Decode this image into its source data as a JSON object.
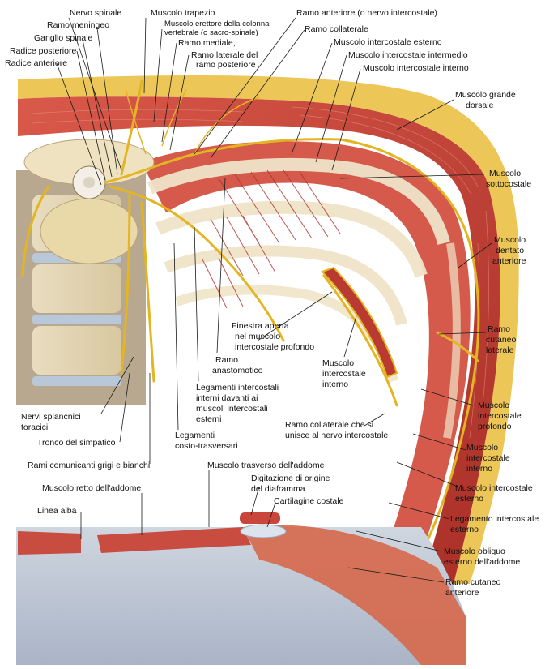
{
  "labels": {
    "nervo_spinale": "Nervo spinale",
    "ramo_meningeo": "Ramo meningeo",
    "ganglio_spinale": "Ganglio spinale",
    "radice_posteriore": "Radice posteriore",
    "radice_anteriore": "Radice anteriore",
    "muscolo_trapezio": "Muscolo trapezio",
    "erettore_1": "Muscolo erettore della colonna",
    "erettore_2": "vertebrale (o sacro-spinale)",
    "ramo_mediale": "Ramo mediale,",
    "ramo_laterale_1": "Ramo laterale del",
    "ramo_laterale_2": "ramo posteriore",
    "ramo_anteriore": "Ramo anteriore (o nervo intercostale)",
    "ramo_collaterale": "Ramo collaterale",
    "intercostale_esterno_top": "Muscolo intercostale esterno",
    "intercostale_intermedio": "Muscolo intercostale intermedio",
    "intercostale_interno_top": "Muscolo intercostale interno",
    "grande_dorsale_1": "Muscolo grande",
    "grande_dorsale_2": "dorsale",
    "sottocostale_1": "Muscolo",
    "sottocostale_2": "sottocostale",
    "dentato_1": "Muscolo",
    "dentato_2": "dentato",
    "dentato_3": "anteriore",
    "cutaneo_laterale_1": "Ramo",
    "cutaneo_laterale_2": "cutaneo",
    "cutaneo_laterale_3": "laterale",
    "finestra_1": "Finestra aperta",
    "finestra_2": "nel muscolo",
    "finestra_3": "intercostale profondo",
    "anastomotico_1": "Ramo",
    "anastomotico_2": "anastomotico",
    "leg_interni_1": "Legamenti intercostali",
    "leg_interni_2": "interni davanti ai",
    "leg_interni_3": "muscoli intercostali",
    "leg_interni_4": "esterni",
    "mi_interno_mid_1": "Muscolo",
    "mi_interno_mid_2": "intercostale",
    "mi_interno_mid_3": "interno",
    "profondo_1": "Muscolo",
    "profondo_2": "intercostale",
    "profondo_3": "profondo",
    "nervi_splancnici_1": "Nervi splancnici",
    "nervi_splancnici_2": "toracici",
    "tronco_simpatico": "Tronco del simpatico",
    "leg_costo_1": "Legamenti",
    "leg_costo_2": "costo-trasversari",
    "ramo_coll_unisce_1": "Ramo collaterale che si",
    "ramo_coll_unisce_2": "unisce al nervo intercostale",
    "mi_interno_r_1": "Muscolo",
    "mi_interno_r_2": "intercostale",
    "mi_interno_r_3": "interno",
    "rami_comunicanti": "Rami comunicanti grigi e bianchi",
    "trasverso": "Muscolo trasverso dell'addome",
    "diaframma_1": "Digitazione di origine",
    "diaframma_2": "del diaframma",
    "mi_esterno_r_1": "Muscolo intercostale",
    "mi_esterno_r_2": "esterno",
    "retto": "Muscolo retto dell'addome",
    "cartilagine": "Cartilagine costale",
    "leg_esterno_1": "Legamento intercostale",
    "leg_esterno_2": "esterno",
    "linea_alba": "Linea alba",
    "obliquo_1": "Muscolo obliquo",
    "obliquo_2": "esterno dell'addome",
    "cutaneo_anteriore_1": "Ramo cutaneo",
    "cutaneo_anteriore_2": "anteriore"
  },
  "colors": {
    "muscle": "#c8463c",
    "muscle_dark": "#a32e28",
    "fat": "#e8c45a",
    "nerve": "#e0b020",
    "bone": "#efe2c0",
    "disc": "#b8c8d8",
    "fascia": "#c7cdd8"
  }
}
